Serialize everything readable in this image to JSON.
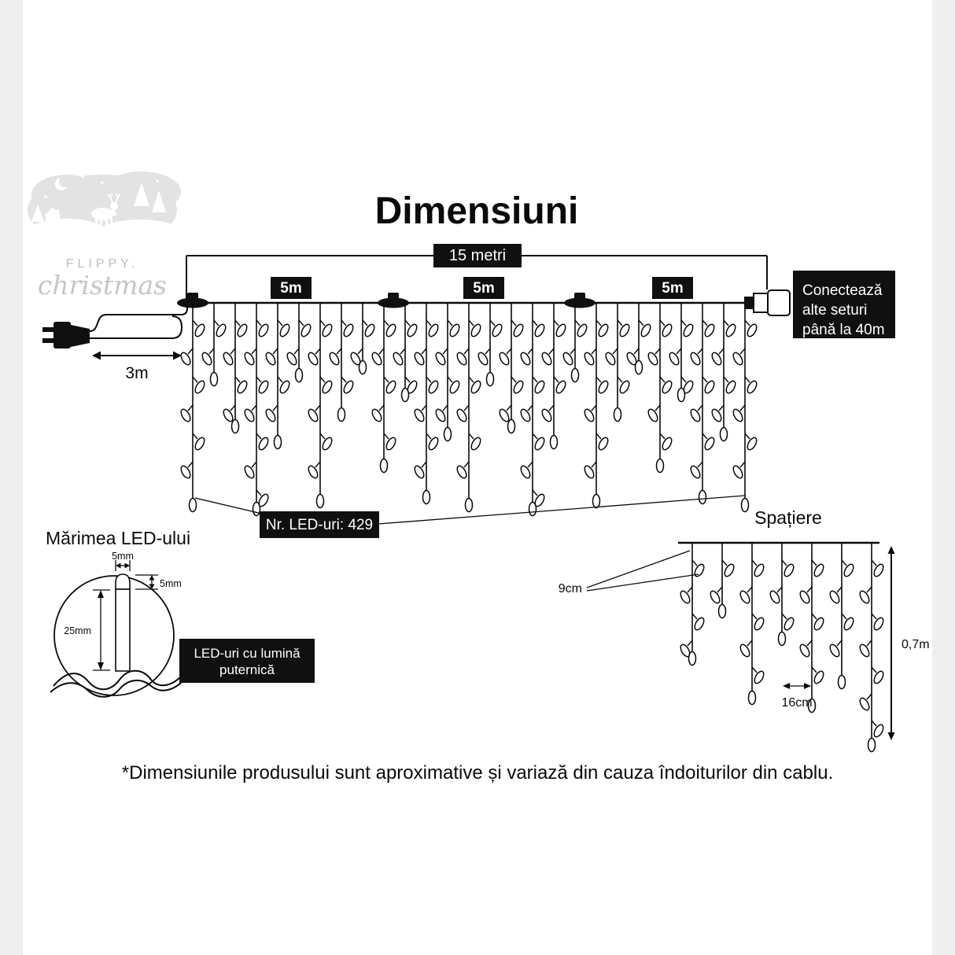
{
  "page": {
    "title": "Dimensiuni",
    "disclaimer": "*Dimensiunile produsului sunt aproximative și variază din cauza îndoiturilor din cablu."
  },
  "logo": {
    "brand": "FLIPPY.",
    "sub": "christmas"
  },
  "main_diagram": {
    "total_length_label": "15 metri",
    "segment_labels": [
      "5m",
      "5m",
      "5m"
    ],
    "lead_length_label": "3m",
    "connect_box": {
      "line1": "Conectează",
      "line2": "alte seturi",
      "line3": "până la 40m"
    },
    "led_count_label": "Nr. LED-uri: 429"
  },
  "led_size": {
    "title": "Mărimea LED-ului",
    "width_label": "5mm",
    "dome_height_label": "5mm",
    "body_height_label": "25mm",
    "feature_box": {
      "line1": "LED-uri cu lumină",
      "line2": "puternică"
    }
  },
  "spacing": {
    "title": "Spațiere",
    "led_gap_label": "9cm",
    "drop_gap_label": "16cm",
    "drop_length_label": "0,7m"
  },
  "colors": {
    "ink": "#000000",
    "box_bg": "#101010",
    "box_text": "#ffffff",
    "logo_gray": "#c6c6c6"
  }
}
